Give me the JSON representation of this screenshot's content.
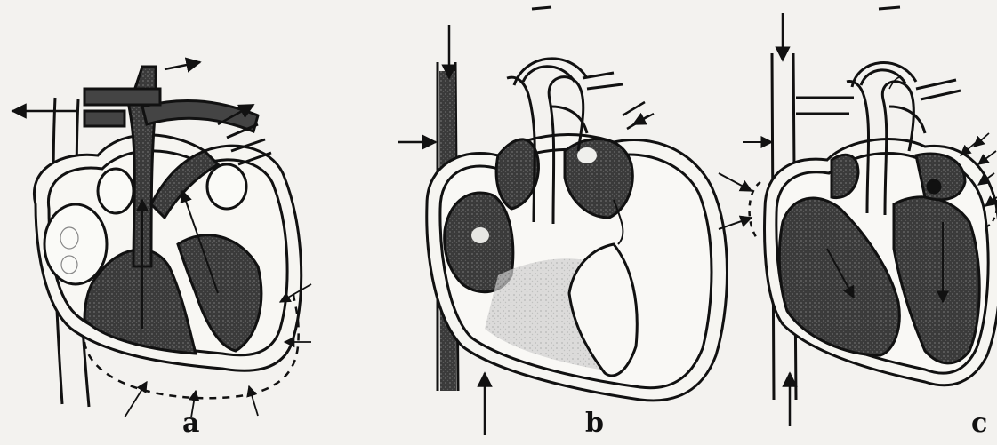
{
  "figure": {
    "panels": [
      {
        "id": "a",
        "label": "a"
      },
      {
        "id": "b",
        "label": "b"
      },
      {
        "id": "c",
        "label": "c"
      }
    ]
  }
}
